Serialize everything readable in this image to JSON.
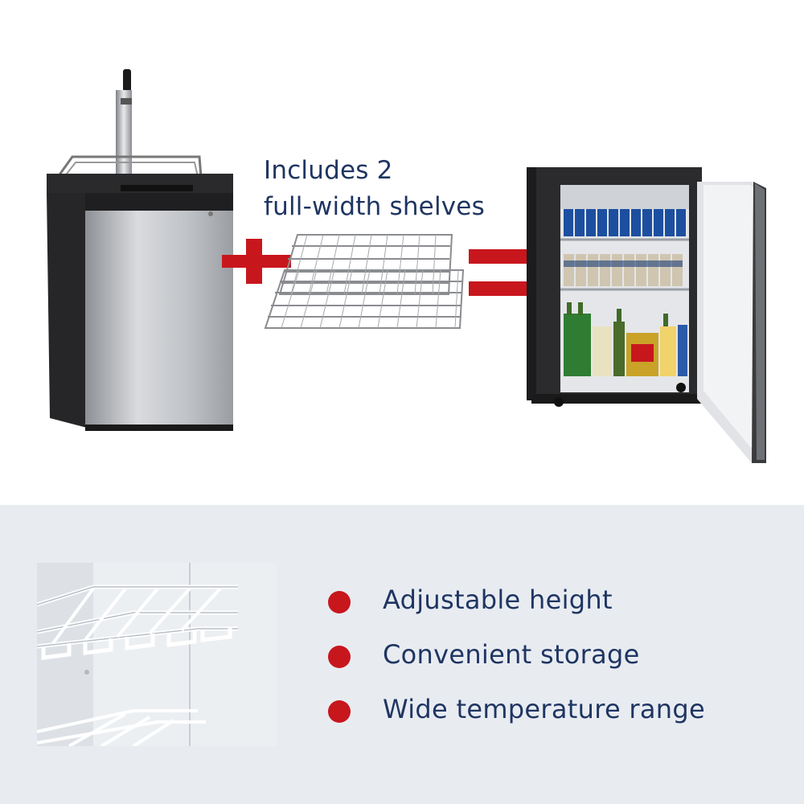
{
  "caption": {
    "line1": "Includes 2",
    "line2": "full-width shelves"
  },
  "features": [
    {
      "label": "Adjustable height"
    },
    {
      "label": "Convenient storage"
    },
    {
      "label": "Wide temperature range"
    }
  ],
  "colors": {
    "accent_red": "#c8161d",
    "text_navy": "#1f3562",
    "panel_bg": "#e8ecf1"
  },
  "icons": {
    "plus": "plus-icon",
    "equals": "equals-icon",
    "bullet": "bullet-dot-icon"
  }
}
